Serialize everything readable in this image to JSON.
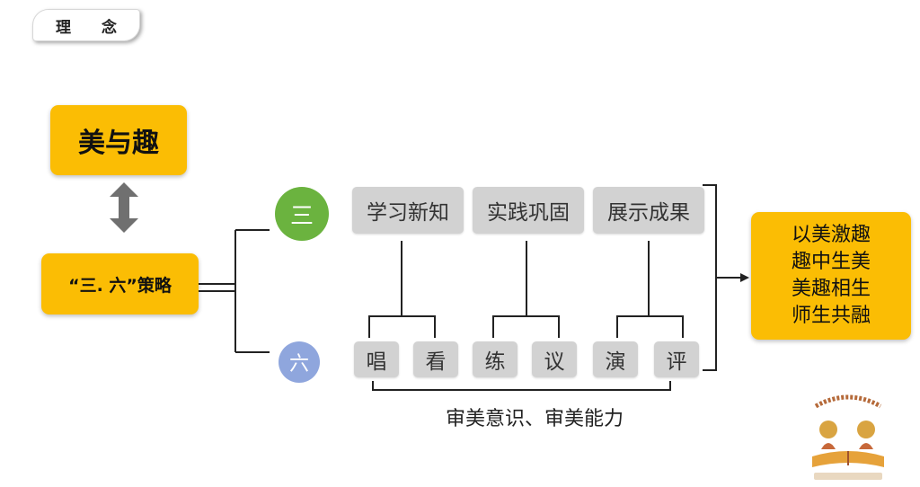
{
  "header": {
    "tag": "理 念"
  },
  "top_box": {
    "label": "美与趣"
  },
  "strategy_box": {
    "label": "“三. 六”策略"
  },
  "three": {
    "badge": "三",
    "items": [
      "学习新知",
      "实践巩固",
      "展示成果"
    ]
  },
  "six": {
    "badge": "六",
    "items": [
      "唱",
      "看",
      "练",
      "议",
      "演",
      "评"
    ]
  },
  "caption": "审美意识、审美能力",
  "result": {
    "lines": [
      "以美激趣",
      "趣中生美",
      "美趣相生",
      "师生共融"
    ]
  },
  "colors": {
    "yellow": "#fbbd04",
    "green": "#6bb33f",
    "blue": "#8fa6dd",
    "gray_box": "#d2d2d2",
    "arrow": "#707070"
  }
}
